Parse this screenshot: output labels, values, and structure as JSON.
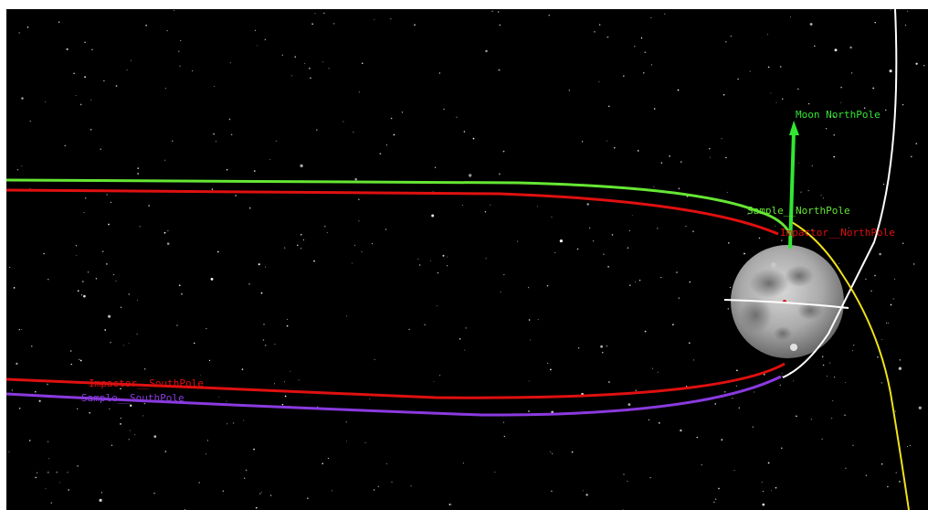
{
  "labels": {
    "moon_north_pole": "Moon NorthPole",
    "sample_north_pole": "Sample__NorthPole",
    "impactor_north_pole": "Impactor__NorthPole",
    "impactor_south_pole": "Impactor__SouthPole",
    "sample_south_pole": "Sample__SouthPole"
  },
  "colors": {
    "background": "#000000",
    "moon_north_pole": "#33e633",
    "sample_north_pole": "#66e633",
    "impactor": "#e01010",
    "sample_south": "#8a3adf",
    "yellow_track": "#f2e21a",
    "white_track": "#ffffff"
  }
}
